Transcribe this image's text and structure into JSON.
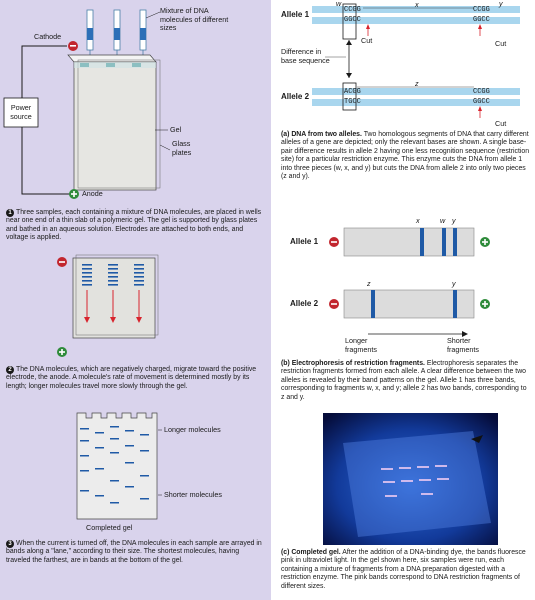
{
  "left": {
    "tube_label": "Mixture of DNA molecules of different sizes",
    "cathode": "Cathode",
    "power_source": "Power source",
    "anode": "Anode",
    "gel": "Gel",
    "glass_plates": "Glass plates",
    "step1_num": "1",
    "step1": "Three samples, each containing a mixture of DNA molecules, are placed in wells near one end of a thin slab of a polymeric gel. The gel is supported by glass plates and bathed in an aqueous solution. Electrodes are attached to both ends, and voltage is applied.",
    "step2_num": "2",
    "step2": "The DNA molecules, which are negatively charged, migrate toward the positive electrode, the anode. A molecule's rate of movement is determined mostly by its length; longer molecules travel more slowly through the gel.",
    "longer": "Longer molecules",
    "shorter": "Shorter molecules",
    "completed_gel": "Completed gel",
    "step3_num": "3",
    "step3": "When the current is turned off, the DNA molecules in each sample are arrayed in bands along a \"lane,\" according to their size. The shortest molecules, having traveled the farthest, are in bands at the bottom of the gel.",
    "minus": "−",
    "plus": "+"
  },
  "right": {
    "allele1": "Allele 1",
    "allele2": "Allele 2",
    "w": "w",
    "x": "x",
    "y": "y",
    "z": "z",
    "cut": "Cut",
    "difference": "Difference in base sequence",
    "a1_top": "CCGG",
    "a1_bot": "GGCC",
    "a2_top": "ACGG",
    "a2_bot": "TGCC",
    "y_top": "CCGG",
    "y_bot": "GGCC",
    "cap_a_title": "(a) DNA from two alleles.",
    "cap_a": "Two homologous segments of DNA that carry different alleles of a gene are depicted; only the relevant bases are shown. A single base-pair difference results in allele 2 having one less recognition sequence (restriction site) for a particular restriction enzyme. This enzyme cuts the DNA from allele 1 into three pieces (w, x, and y) but cuts the DNA from allele 2 into only two pieces (z and y).",
    "longer_fragments": "Longer fragments",
    "shorter_fragments": "Shorter fragments",
    "cap_b_title": "(b) Electrophoresis of restriction fragments.",
    "cap_b": "Electrophoresis separates the restriction fragments formed from each allele. A clear difference between the two alleles is revealed by their band patterns on the gel. Allele 1 has three bands, corresponding to fragments w, x, and y; allele 2 has two bands, corresponding to z and y.",
    "cap_c_title": "(c) Completed gel.",
    "cap_c": "After the addition of a DNA-binding dye, the bands fluoresce pink in ultraviolet light. In the gel shown here, six samples were run, each containing a mixture of fragments from a DNA preparation digested with a restriction enzyme. The pink bands correspond to DNA restriction fragments of different sizes."
  },
  "colors": {
    "panel": "#d9d3ec",
    "band": "#1f5aa6",
    "helix": "#a9d6ee",
    "cut_arrow": "#d8242d",
    "minus_circle": "#c2262e",
    "plus_circle": "#2e8b3a"
  }
}
